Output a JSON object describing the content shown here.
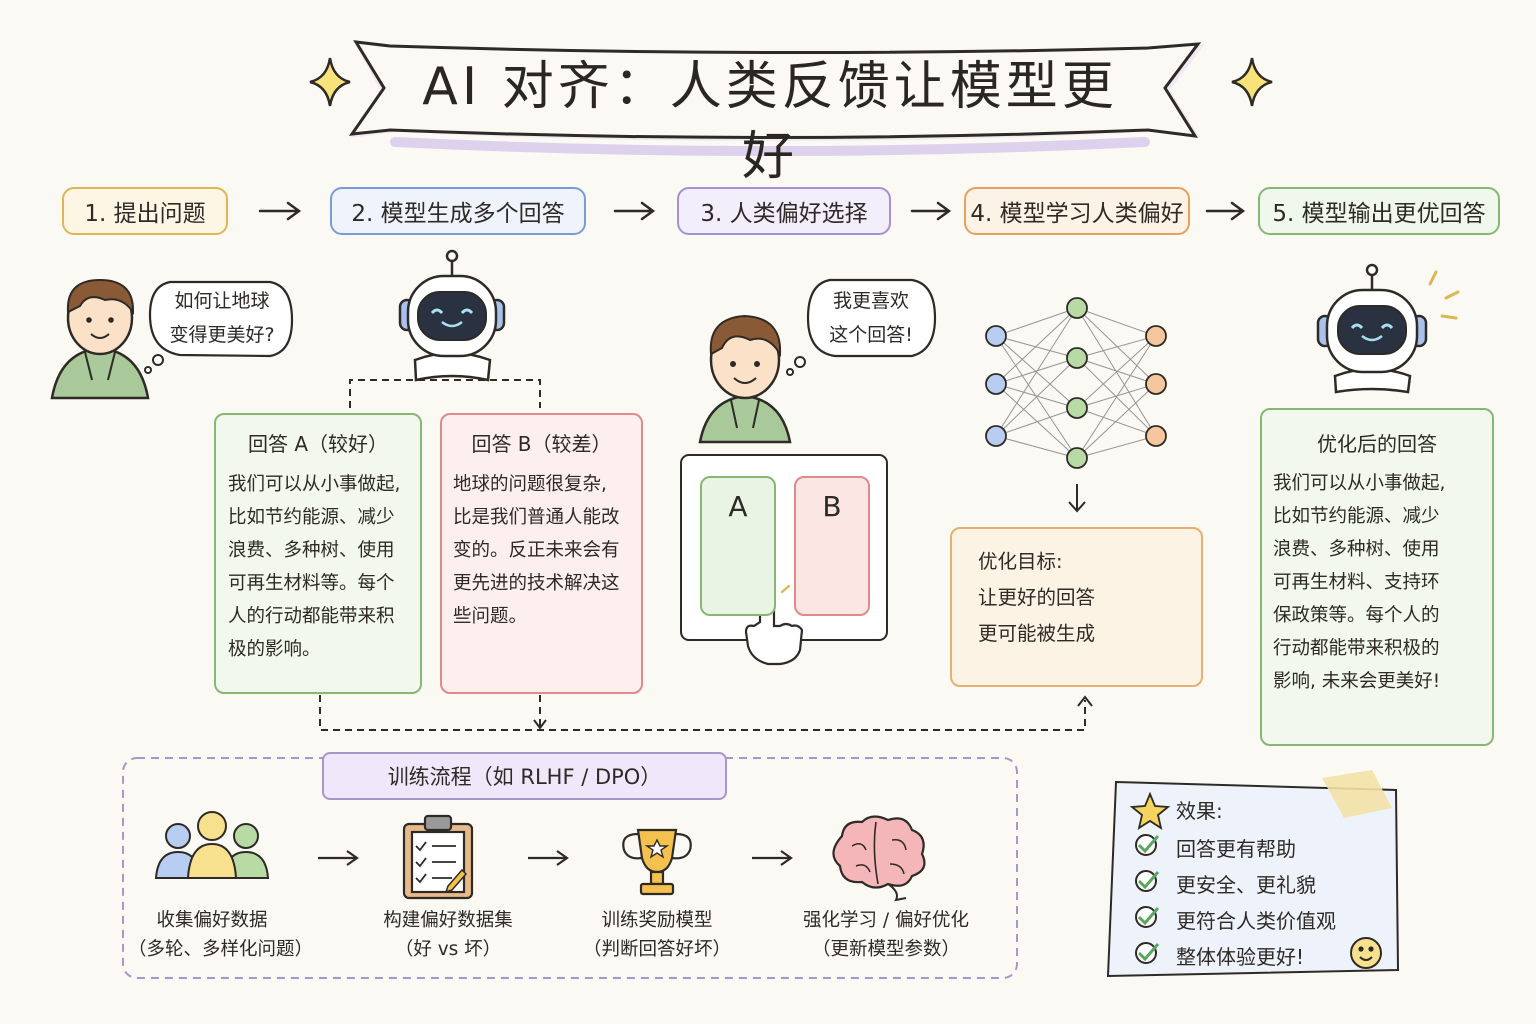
{
  "title": "AI 对齐：人类反馈让模型更好",
  "steps": [
    {
      "label": "1. 提出问题",
      "color": "#e0b654",
      "fill": "#fdf6e4"
    },
    {
      "label": "2. 模型生成多个回答",
      "color": "#7b9bd6",
      "fill": "#eef3fc"
    },
    {
      "label": "3. 人类偏好选择",
      "color": "#a88ed3",
      "fill": "#f3eefb"
    },
    {
      "label": "4. 模型学习人类偏好",
      "color": "#e8a15c",
      "fill": "#fdf2e6"
    },
    {
      "label": "5. 模型输出更优回答",
      "color": "#86b873",
      "fill": "#f0f7ec"
    }
  ],
  "question_bubble": {
    "line1": "如何让地球",
    "line2": "变得更美好?"
  },
  "preference_bubble": {
    "line1": "我更喜欢",
    "line2": "这个回答!"
  },
  "answer_a": {
    "title": "回答 A（较好）",
    "lines": [
      "我们可以从小事做起,",
      "比如节约能源、减少",
      "浪费、多种树、使用",
      "可再生材料等。每个",
      "人的行动都能带来积",
      "极的影响。"
    ]
  },
  "answer_b": {
    "title": "回答 B（较差）",
    "lines": [
      "地球的问题很复杂,",
      "比是我们普通人能改",
      "变的。反正未来会有",
      "更先进的技术解决这",
      "些问题。"
    ]
  },
  "choice": {
    "a": "A",
    "b": "B"
  },
  "goal": {
    "line1": "优化目标:",
    "line2": "让更好的回答",
    "line3": "更可能被生成"
  },
  "optimized": {
    "title": "优化后的回答",
    "lines": [
      "我们可以从小事做起,",
      "比如节约能源、减少",
      "浪费、多种树、使用",
      "可再生材料、支持环",
      "保政策等。每个人的",
      "行动都能带来积极的",
      "影响, 未来会更美好!"
    ]
  },
  "training": {
    "title": "训练流程（如 RLHF / DPO）",
    "steps": [
      {
        "line1": "收集偏好数据",
        "line2": "（多轮、多样化问题）",
        "icon": "people-icon"
      },
      {
        "line1": "构建偏好数据集",
        "line2": "（好 vs 坏）",
        "icon": "clipboard-icon"
      },
      {
        "line1": "训练奖励模型",
        "line2": "（判断回答好坏）",
        "icon": "trophy-icon"
      },
      {
        "line1": "强化学习 / 偏好优化",
        "line2": "（更新模型参数）",
        "icon": "brain-icon"
      }
    ]
  },
  "effects": {
    "title": "效果:",
    "items": [
      "回答更有帮助",
      "更安全、更礼貌",
      "更符合人类价值观",
      "整体体验更好!"
    ]
  }
}
